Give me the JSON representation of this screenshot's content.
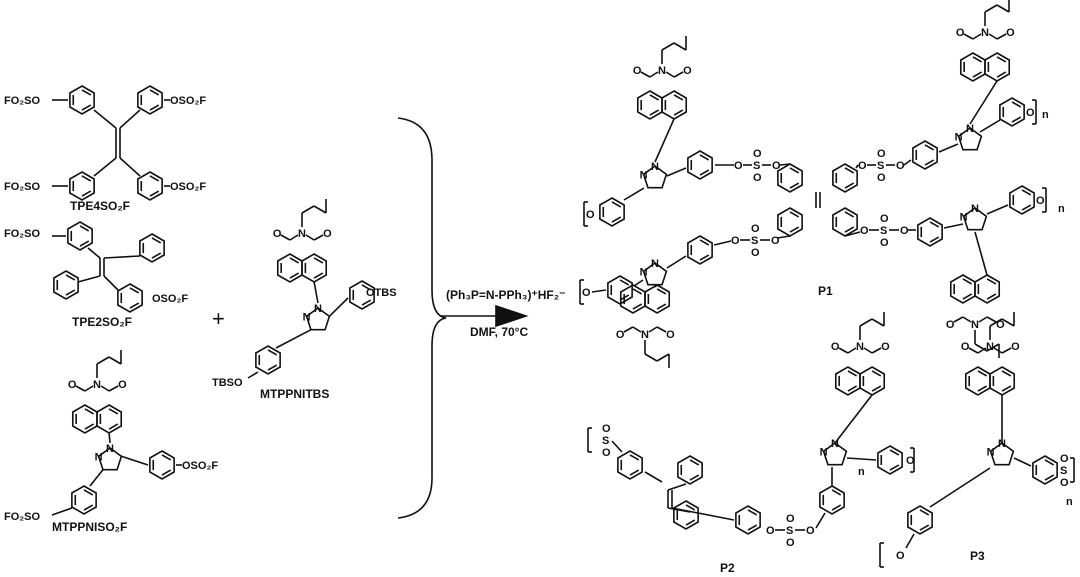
{
  "monomers": {
    "tpe4": {
      "label": "TPE4SO₂F",
      "group": "FO₂SO",
      "group_right": "OSO₂F"
    },
    "tpe2": {
      "label": "TPE2SO₂F",
      "group": "FO₂SO",
      "group_right": "OSO₂F"
    },
    "mtppniso2f": {
      "label": "MTPPNISO₂F",
      "group": "FO₂SO",
      "group_right": "OSO₂F"
    },
    "mtppnitbs": {
      "label": "MTPPNITBS",
      "group": "TBSO",
      "group_right": "OTBS"
    }
  },
  "plus": "+",
  "reaction": {
    "catalyst": "(Ph₃P=N-PPh₃)⁺HF₂⁻",
    "conditions": "DMF, 70°C"
  },
  "products": {
    "p1": "P1",
    "p2": "P2",
    "p3": "P3",
    "repeat": "n"
  },
  "atoms": {
    "O": "O",
    "N": "N",
    "S": "S"
  }
}
